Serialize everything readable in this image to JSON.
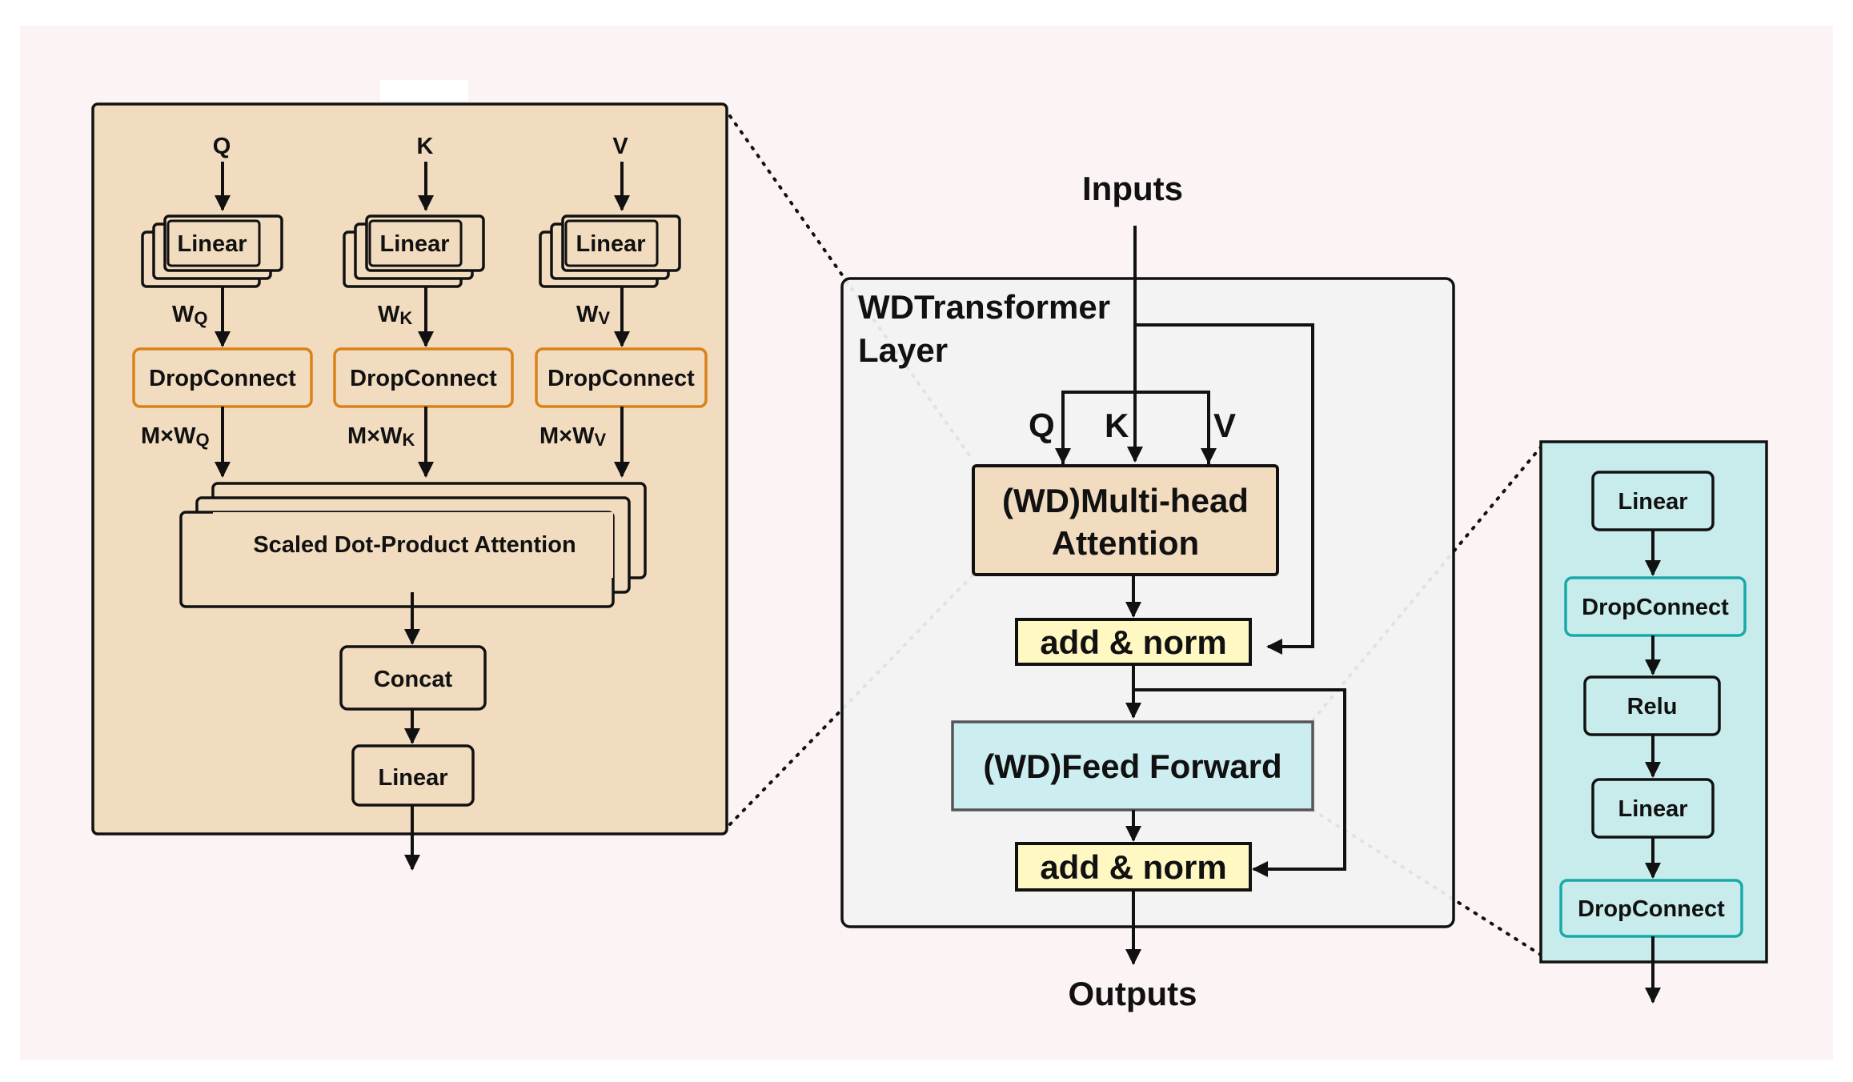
{
  "attention_panel": {
    "inputs": [
      "Q",
      "K",
      "V"
    ],
    "linear_label": "Linear",
    "weights": [
      {
        "base": "W",
        "sub": "Q"
      },
      {
        "base": "W",
        "sub": "K"
      },
      {
        "base": "W",
        "sub": "V"
      }
    ],
    "dropconnect_label": "DropConnect",
    "masked_weights": [
      {
        "base": "M×W",
        "sub": "Q"
      },
      {
        "base": "M×W",
        "sub": "K"
      },
      {
        "base": "M×W",
        "sub": "V"
      }
    ],
    "sdpa_label": "Scaled Dot-Product Attention",
    "concat_label": "Concat",
    "output_linear_label": "Linear"
  },
  "transformer": {
    "inputs_label": "Inputs",
    "layer_title_line1": "WDTransformer",
    "layer_title_line2": "Layer",
    "qkv": [
      "Q",
      "K",
      "V"
    ],
    "mha_line1": "(WD)Multi-head",
    "mha_line2": "Attention",
    "add_norm_1": "add & norm",
    "feed_forward": "(WD)Feed Forward",
    "add_norm_2": "add & norm",
    "outputs_label": "Outputs"
  },
  "ff_panel": {
    "blocks": [
      "Linear",
      "DropConnect",
      "Relu",
      "Linear",
      "DropConnect"
    ]
  },
  "colors": {
    "background": "#fcf4f4",
    "attention_fill": "#f2dcbf",
    "dropconnect_border": "#d9821a",
    "layer_fill": "#f2f2f2",
    "mha_fill": "#f2dcbf",
    "add_norm_fill": "#fff8c2",
    "feed_forward_fill": "#cdeef0",
    "ff_panel_fill": "#c8ecec",
    "ff_dropconnect_border": "#19aaa8"
  }
}
